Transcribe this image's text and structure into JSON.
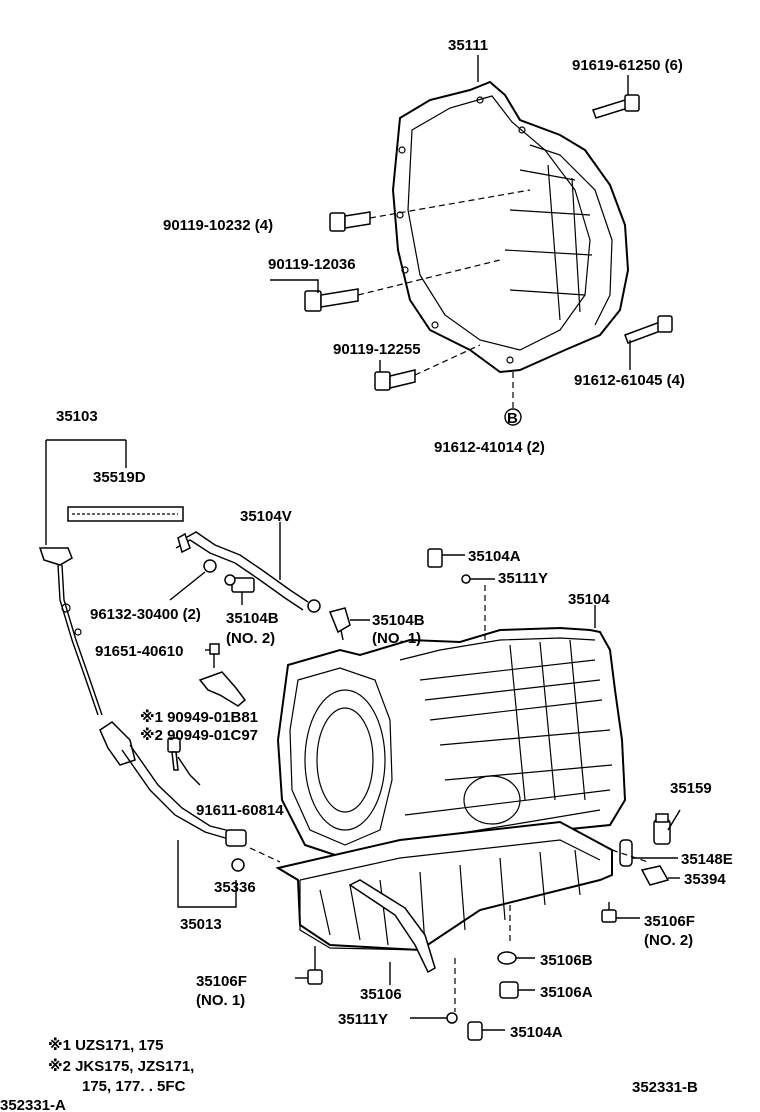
{
  "labels": {
    "l35111": "35111",
    "l91619": "91619-61250 (6)",
    "l90119_10232": "90119-10232 (4)",
    "l90119_12036": "90119-12036",
    "l90119_12255": "90119-12255",
    "l91612_61045": "91612-61045 (4)",
    "lB": "B",
    "l91612_41014": "91612-41014 (2)",
    "l35103": "35103",
    "l35519D": "35519D",
    "l35104V": "35104V",
    "l35104A_top": "35104A",
    "l35111Y_top": "35111Y",
    "l35104": "35104",
    "l96132": "96132-30400 (2)",
    "l35104B_a": "35104B",
    "l35104B_a_no": "(NO. 2)",
    "l35104B_b": "35104B",
    "l35104B_b_no": "(NO. 1)",
    "l91651": "91651-40610",
    "l90949_1": "※1 90949-01B81",
    "l90949_2": "※2 90949-01C97",
    "l91611": "91611-60814",
    "l35159": "35159",
    "l35148E": "35148E",
    "l35394": "35394",
    "l35336": "35336",
    "l35013": "35013",
    "l35106F_r": "35106F",
    "l35106F_r_no": "(NO. 2)",
    "l35106B": "35106B",
    "l35106A": "35106A",
    "l35106F_l": "35106F",
    "l35106F_l_no": "(NO. 1)",
    "l35106": "35106",
    "l35111Y_bot": "35111Y",
    "l35104A_bot": "35104A"
  },
  "notes": {
    "n1": "※1  UZS171, 175",
    "n2": "※2  JKS175, JZS171,",
    "n3": "175, 177. . 5FC"
  },
  "codes": {
    "left": "352331-A",
    "right": "352331-B"
  }
}
